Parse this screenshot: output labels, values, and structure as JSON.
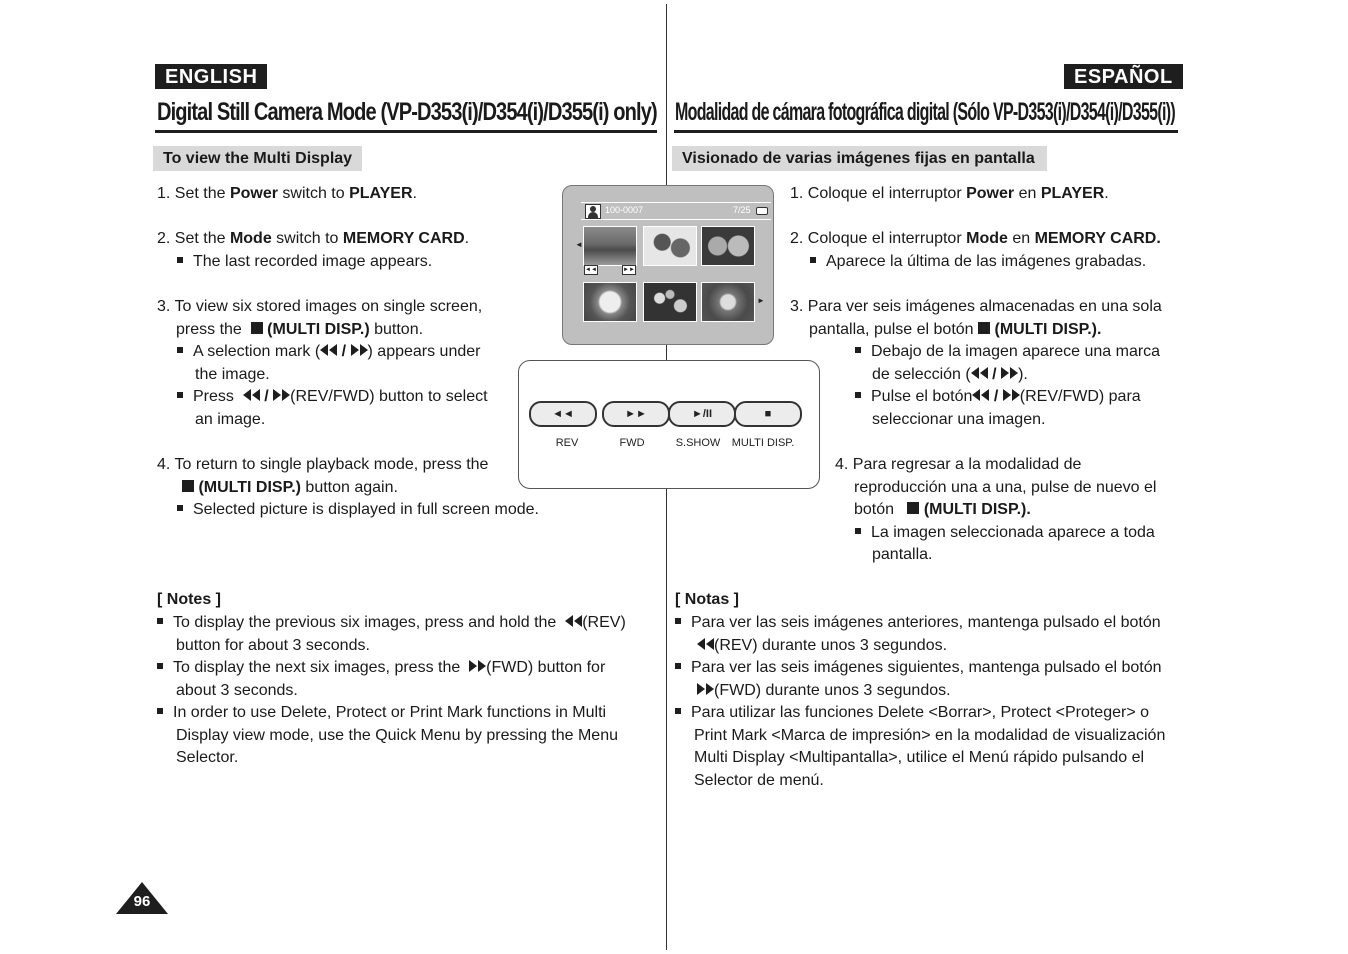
{
  "en": {
    "lang": "ENGLISH",
    "title": "Digital Still Camera Mode (VP-D353(i)/D354(i)/D355(i) only)",
    "subtitle": "To view the Multi Display",
    "step1": {
      "a": "1. Set the ",
      "b": "Power",
      "c": " switch to ",
      "d": "PLAYER",
      "e": "."
    },
    "step2": {
      "a": "2. Set the ",
      "b": "Mode",
      "c": " switch to ",
      "d": "MEMORY CARD",
      "e": "."
    },
    "step2_bullet": "The last recorded image appears.",
    "step3_l1": "3. To view six stored images on single screen,",
    "step3_l2a": "press the",
    "step3_l2b": "(MULTI DISP.)",
    "step3_l2c": " button.",
    "step3_b1_l1a": "A selection mark (",
    "step3_b1_l1b": ") appears under",
    "step3_b1_l2": "the image.",
    "step3_b2_l1a": "Press",
    "step3_b2_l1b": "(REV/FWD) button to select",
    "step3_b2_l2": "an image.",
    "step4_l1": "4. To return to single playback mode, press the",
    "step4_l2b": "(MULTI DISP.)",
    "step4_l2c": " button again.",
    "step4_bullet": "Selected picture is displayed in full screen mode.",
    "notes_title": "[ Notes ]",
    "note1_l1a": "To display the previous six images, press and hold the",
    "note1_l1b": "(REV)",
    "note1_l2": "button for about 3 seconds.",
    "note2_l1a": "To display the next six images, press the",
    "note2_l1b": "(FWD) button for",
    "note2_l2": "about 3 seconds.",
    "note3_l1": "In order to use Delete, Protect or Print Mark functions in Multi",
    "note3_l2": "Display view mode, use the Quick Menu by pressing the Menu",
    "note3_l3": "Selector."
  },
  "es": {
    "lang": "ESPAÑOL",
    "title": "Modalidad de cámara fotográfica digital (Sólo VP-D353(i)/D354(i)/D355(i))",
    "subtitle": "Visionado de varias imágenes fijas en pantalla",
    "step1": {
      "a": "1. Coloque el interruptor ",
      "b": "Power",
      "c": " en ",
      "d": "PLAYER",
      "e": "."
    },
    "step2": {
      "a": "2. Coloque el interruptor ",
      "b": "Mode",
      "c": " en ",
      "d": "MEMORY CARD.",
      "e": ""
    },
    "step2_bullet": "Aparece la última de las imágenes grabadas.",
    "step3_l1": "3. Para ver seis imágenes almacenadas en una sola",
    "step3_l2a": "pantalla, pulse el botón",
    "step3_l2b": "(MULTI DISP.).",
    "step3_b1_l1": "Debajo de la imagen aparece una marca",
    "step3_b1_l2a": "de selección (",
    "step3_b1_l2b": ").",
    "step3_b2_l1a": "Pulse el botón",
    "step3_b2_l1b": "(REV/FWD) para",
    "step3_b2_l2": "seleccionar una imagen.",
    "step4_l1": "4. Para regresar a la modalidad de",
    "step4_l2": "reproducción una a una, pulse de nuevo el",
    "step4_l3a": "botón",
    "step4_l3b": "(MULTI DISP.).",
    "step4_b_l1": "La imagen seleccionada aparece a toda",
    "step4_b_l2": "pantalla.",
    "notes_title": "[ Notas ]",
    "note1_l1": "Para ver las seis imágenes anteriores, mantenga pulsado el botón",
    "note1_l2": "(REV) durante unos 3 segundos.",
    "note2_l1": "Para ver las seis imágenes siguientes, mantenga pulsado el botón",
    "note2_l2": "(FWD) durante unos 3 segundos.",
    "note3_l1": "Para utilizar las funciones Delete <Borrar>, Protect <Proteger> o",
    "note3_l2": "Print Mark <Marca de impresión> en la modalidad de visualización",
    "note3_l3": "Multi Display <Multipantalla>, utilice el Menú rápido pulsando el",
    "note3_l4": "Selector de menú."
  },
  "screen": {
    "folder": "100-0007",
    "counter": "7/25"
  },
  "panel": {
    "buttons": [
      {
        "symbol": "◄◄",
        "label": "REV"
      },
      {
        "symbol": "►►",
        "label": "FWD"
      },
      {
        "symbol": "►/II",
        "label": "S.SHOW"
      },
      {
        "symbol": "■",
        "label": "MULTI DISP."
      }
    ]
  },
  "page_number": "96"
}
